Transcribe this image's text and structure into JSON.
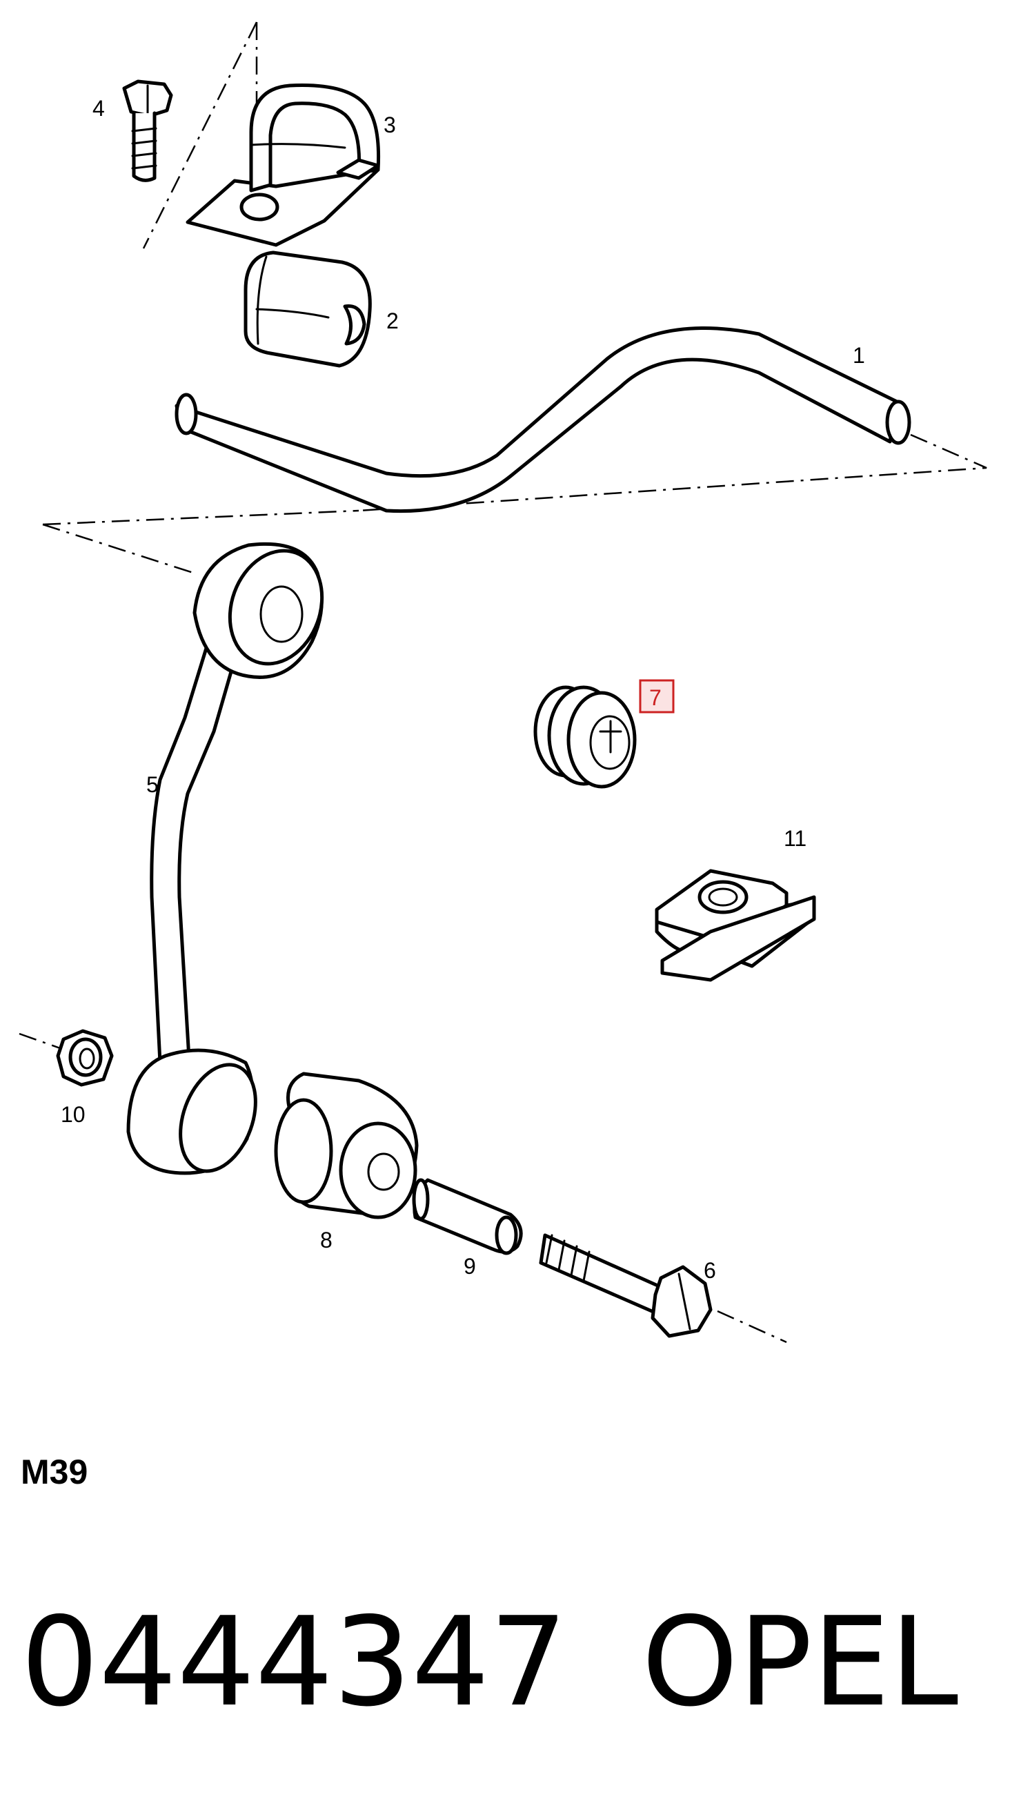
{
  "callouts": {
    "c1": "1",
    "c2": "2",
    "c3": "3",
    "c4": "4",
    "c5": "5",
    "c6": "6",
    "c7": "7",
    "c8": "8",
    "c9": "9",
    "c10": "10",
    "c11": "11"
  },
  "highlighted_callout": "7",
  "highlight_color": "#cc2222",
  "diagram_code": "M39",
  "part_number": "0444347",
  "brand": "OPEL"
}
